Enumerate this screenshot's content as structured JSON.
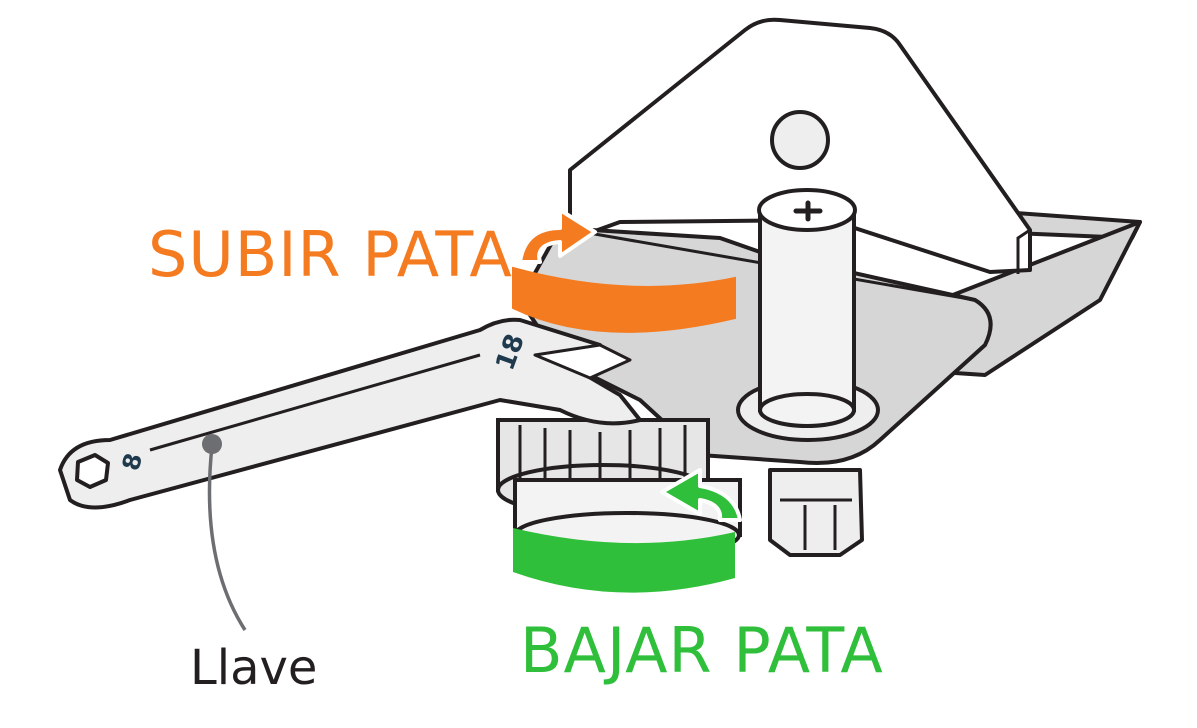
{
  "labels": {
    "raise_leg": "SUBIR PATA",
    "lower_leg": "BAJAR PATA",
    "wrench": "Llave",
    "wrench_size_large": "18",
    "wrench_size_small": "8"
  },
  "colors": {
    "raise": "#f47b20",
    "lower": "#2fbf3a",
    "outline": "#231f20",
    "metal_light": "#eeeeee",
    "metal_mid": "#d6d6d6",
    "metal_dark": "#bdbdbd",
    "size_text": "#1f3a4d",
    "leader": "#6d6e71"
  },
  "icons": {
    "raise": "rotate-counterclockwise-arrow-icon",
    "lower": "rotate-clockwise-arrow-icon",
    "screw": "phillips-screw-icon"
  }
}
